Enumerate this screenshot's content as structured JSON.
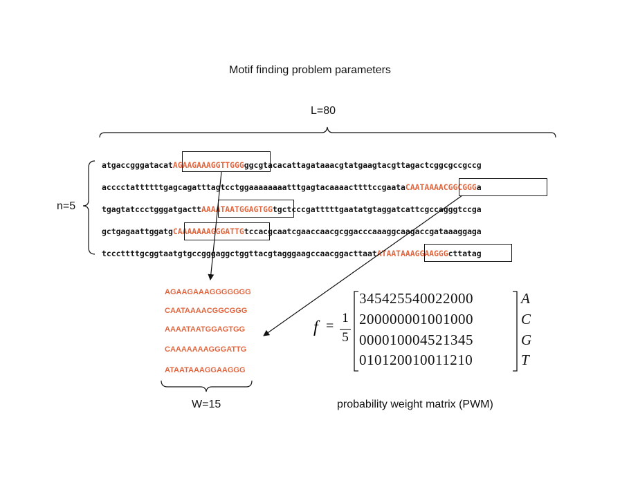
{
  "title": "Motif finding problem parameters",
  "length_label": "L=80",
  "count_label": "n=5",
  "width_label": "W=15",
  "pwm_label": "probability weight matrix (PWM)",
  "sequences": [
    {
      "pre": "atgaccgggatacat",
      "motif": "AGAAGAAAGGTTGGG",
      "post": "ggcgtacacattagataaacgtatgaagtacgttagactcggcgccgccg"
    },
    {
      "pre": "acccctattttttgagcagatttagtcctggaaaaaaaatttgagtacaaaacttttccgaata",
      "motif": "CAATAAAACGGCGGG",
      "post": "a"
    },
    {
      "pre": "tgagtatccctgggatgactt",
      "motif": "AAAATAATGGAGTGG",
      "post": "tgctcccgatttttgaatatgtaggatcattcgccagggtccga"
    },
    {
      "pre": "gctgagaattggatg",
      "motif": "CAAAAAAAGGGATTG",
      "post": "tccacgcaatcgaaccaacgcggacccaaaggcaagaccgataaaggaga"
    },
    {
      "pre": "tcccttttgcggtaatgtgccgggaggctggttacgtagggaagccaacggacttaat",
      "motif": "ATAATAAAGGAAGGG",
      "post": "cttatag"
    }
  ],
  "aligned_motifs": [
    "AGAAGAAAGGGGGGG",
    "CAATAAAACGGCGGG",
    "AAAATAATGGAGTGG",
    "CAAAAAAAGGGATTG",
    "ATAATAAAGGAAGGG"
  ],
  "pwm": {
    "symbol": "f",
    "eq": "=",
    "numerator": "1",
    "denominator": "5",
    "rows": [
      {
        "nucleotide": "A",
        "counts": "345425540022000"
      },
      {
        "nucleotide": "C",
        "counts": "200000001001000"
      },
      {
        "nucleotide": "G",
        "counts": "000010004521345"
      },
      {
        "nucleotide": "T",
        "counts": "010120010011210"
      }
    ]
  }
}
